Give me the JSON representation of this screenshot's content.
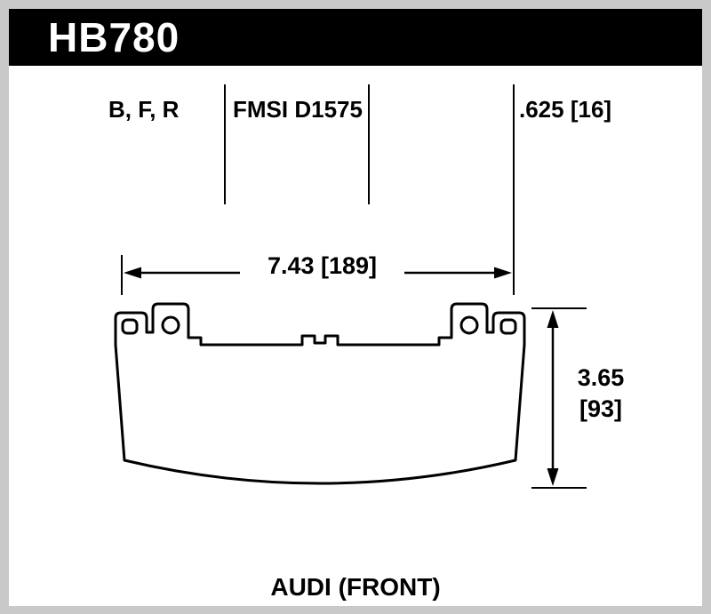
{
  "header": {
    "part_number": "HB780"
  },
  "spec_row": {
    "compounds": "B, F, R",
    "fmsi": "FMSI D1575",
    "pad_thickness": ".625 [16]"
  },
  "dimensions": {
    "width_label": "7.43 [189]",
    "height_label_line1": "3.65",
    "height_label_line2": "[93]"
  },
  "footer": {
    "application": "AUDI (FRONT)"
  },
  "colors": {
    "page_bg": "#c9c9c9",
    "panel_bg": "#ffffff",
    "header_bg": "#000000",
    "header_text": "#ffffff",
    "line_color": "#000000"
  }
}
